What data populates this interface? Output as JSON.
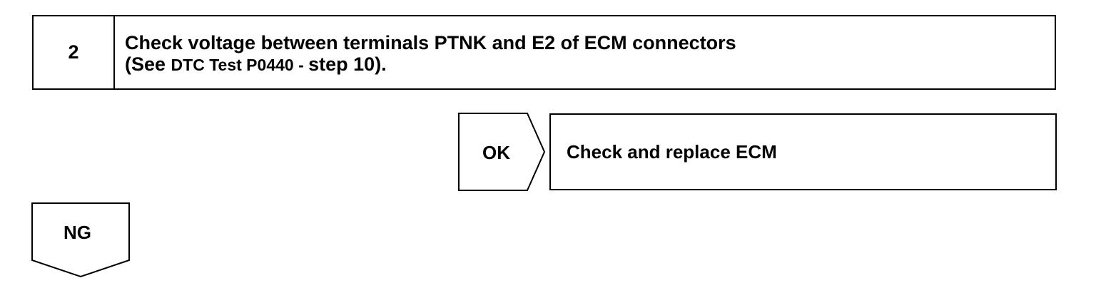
{
  "step": {
    "number": "2",
    "line1": "Check voltage between terminals PTNK and E2 of ECM connectors",
    "line2_prefix": "(See ",
    "line2_ref": "DTC Test P0440 - ",
    "line2_suffix": "step 10)."
  },
  "ok_branch": {
    "label": "OK",
    "action": "Check and replace ECM"
  },
  "ng_branch": {
    "label": "NG"
  }
}
